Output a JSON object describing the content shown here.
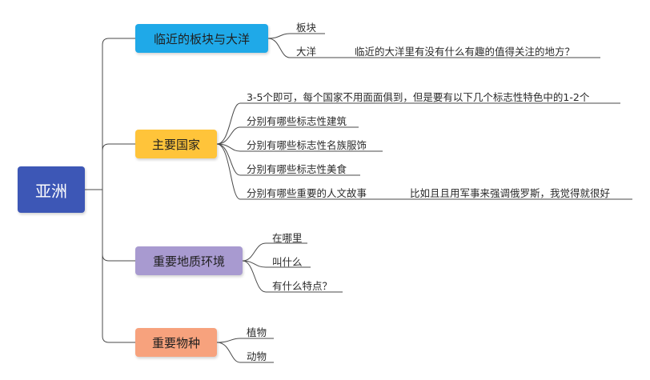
{
  "root": {
    "label": "亚洲",
    "color": "#3d57b6"
  },
  "branches": [
    {
      "label": "临近的板块与大洋",
      "color": "#1fa9e8",
      "children": [
        "板块",
        "大洋"
      ],
      "note": "临近的大洋里有没有什么有趣的值得关注的地方？"
    },
    {
      "label": "主要国家",
      "color": "#ffc43a",
      "children": [
        "3-5个即可，每个国家不用面面俱到，但是要有以下几个标志性特色中的1-2个",
        "分别有哪些标志性建筑",
        "分别有哪些标志性名族服饰",
        "分别有哪些标志性美食",
        "分别有哪些重要的人文故事"
      ],
      "note": "比如且且用军事来强调俄罗斯，我觉得就很好"
    },
    {
      "label": "重要地质环境",
      "color": "#a89ad0",
      "children": [
        "在哪里",
        "叫什么",
        "有什么特点？"
      ]
    },
    {
      "label": "重要物种",
      "color": "#f7a27d",
      "children": [
        "植物",
        "动物"
      ]
    }
  ]
}
